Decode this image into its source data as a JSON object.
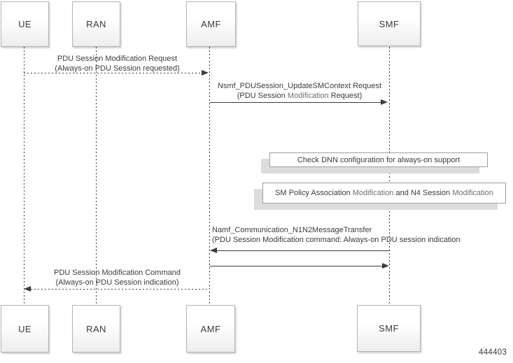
{
  "diagram": {
    "type": "sequence-diagram",
    "figure_number": "444403",
    "entities": [
      {
        "id": "ue",
        "label": "UE"
      },
      {
        "id": "ran",
        "label": "RAN"
      },
      {
        "id": "amf",
        "label": "AMF"
      },
      {
        "id": "smf",
        "label": "SMF"
      }
    ],
    "messages": [
      {
        "from": "UE",
        "to": "AMF",
        "line_style": "dotted",
        "line1": "PDU Session Modification Request",
        "line2": "(Always-on PDU Session requested)"
      },
      {
        "from": "AMF",
        "to": "SMF",
        "line_style": "solid",
        "line1": "Nsmf_PDUSession_UpdateSMContext Request",
        "line2_pre": "(PDU Session ",
        "line2_light": "Modification",
        "line2_post": " Request)"
      },
      {
        "from": "SMF",
        "to": "AMF",
        "line_style": "solid",
        "line1": "Namf_Communication_N1N2MessageTransfer",
        "line2": "(PDU Session Modification command: Always-on PDU session indication"
      },
      {
        "from": "AMF",
        "to": "SMF",
        "line_style": "solid",
        "line1": "",
        "line2": ""
      },
      {
        "from": "AMF",
        "to": "UE",
        "line_style": "dotted",
        "line1": "PDU Session Modification Command",
        "line2": "(Always-on PDU Session indication)"
      }
    ],
    "notes": [
      {
        "text": "Check DNN configuration for always-on support"
      },
      {
        "seg1": "SM Policy Association ",
        "seg2": "Modification",
        "seg3": " and N4 Session ",
        "seg4": "Modification"
      }
    ],
    "colors": {
      "line": "#3c3c3c",
      "text": "#3b3b3b",
      "light_text": "#6f6f6f",
      "box_border": "#b3b3b3",
      "box_fill_bottom": "#ededed",
      "note_border": "#9e9e9e",
      "note_shadow": "#dcdcdc",
      "background": "#ffffff"
    }
  }
}
